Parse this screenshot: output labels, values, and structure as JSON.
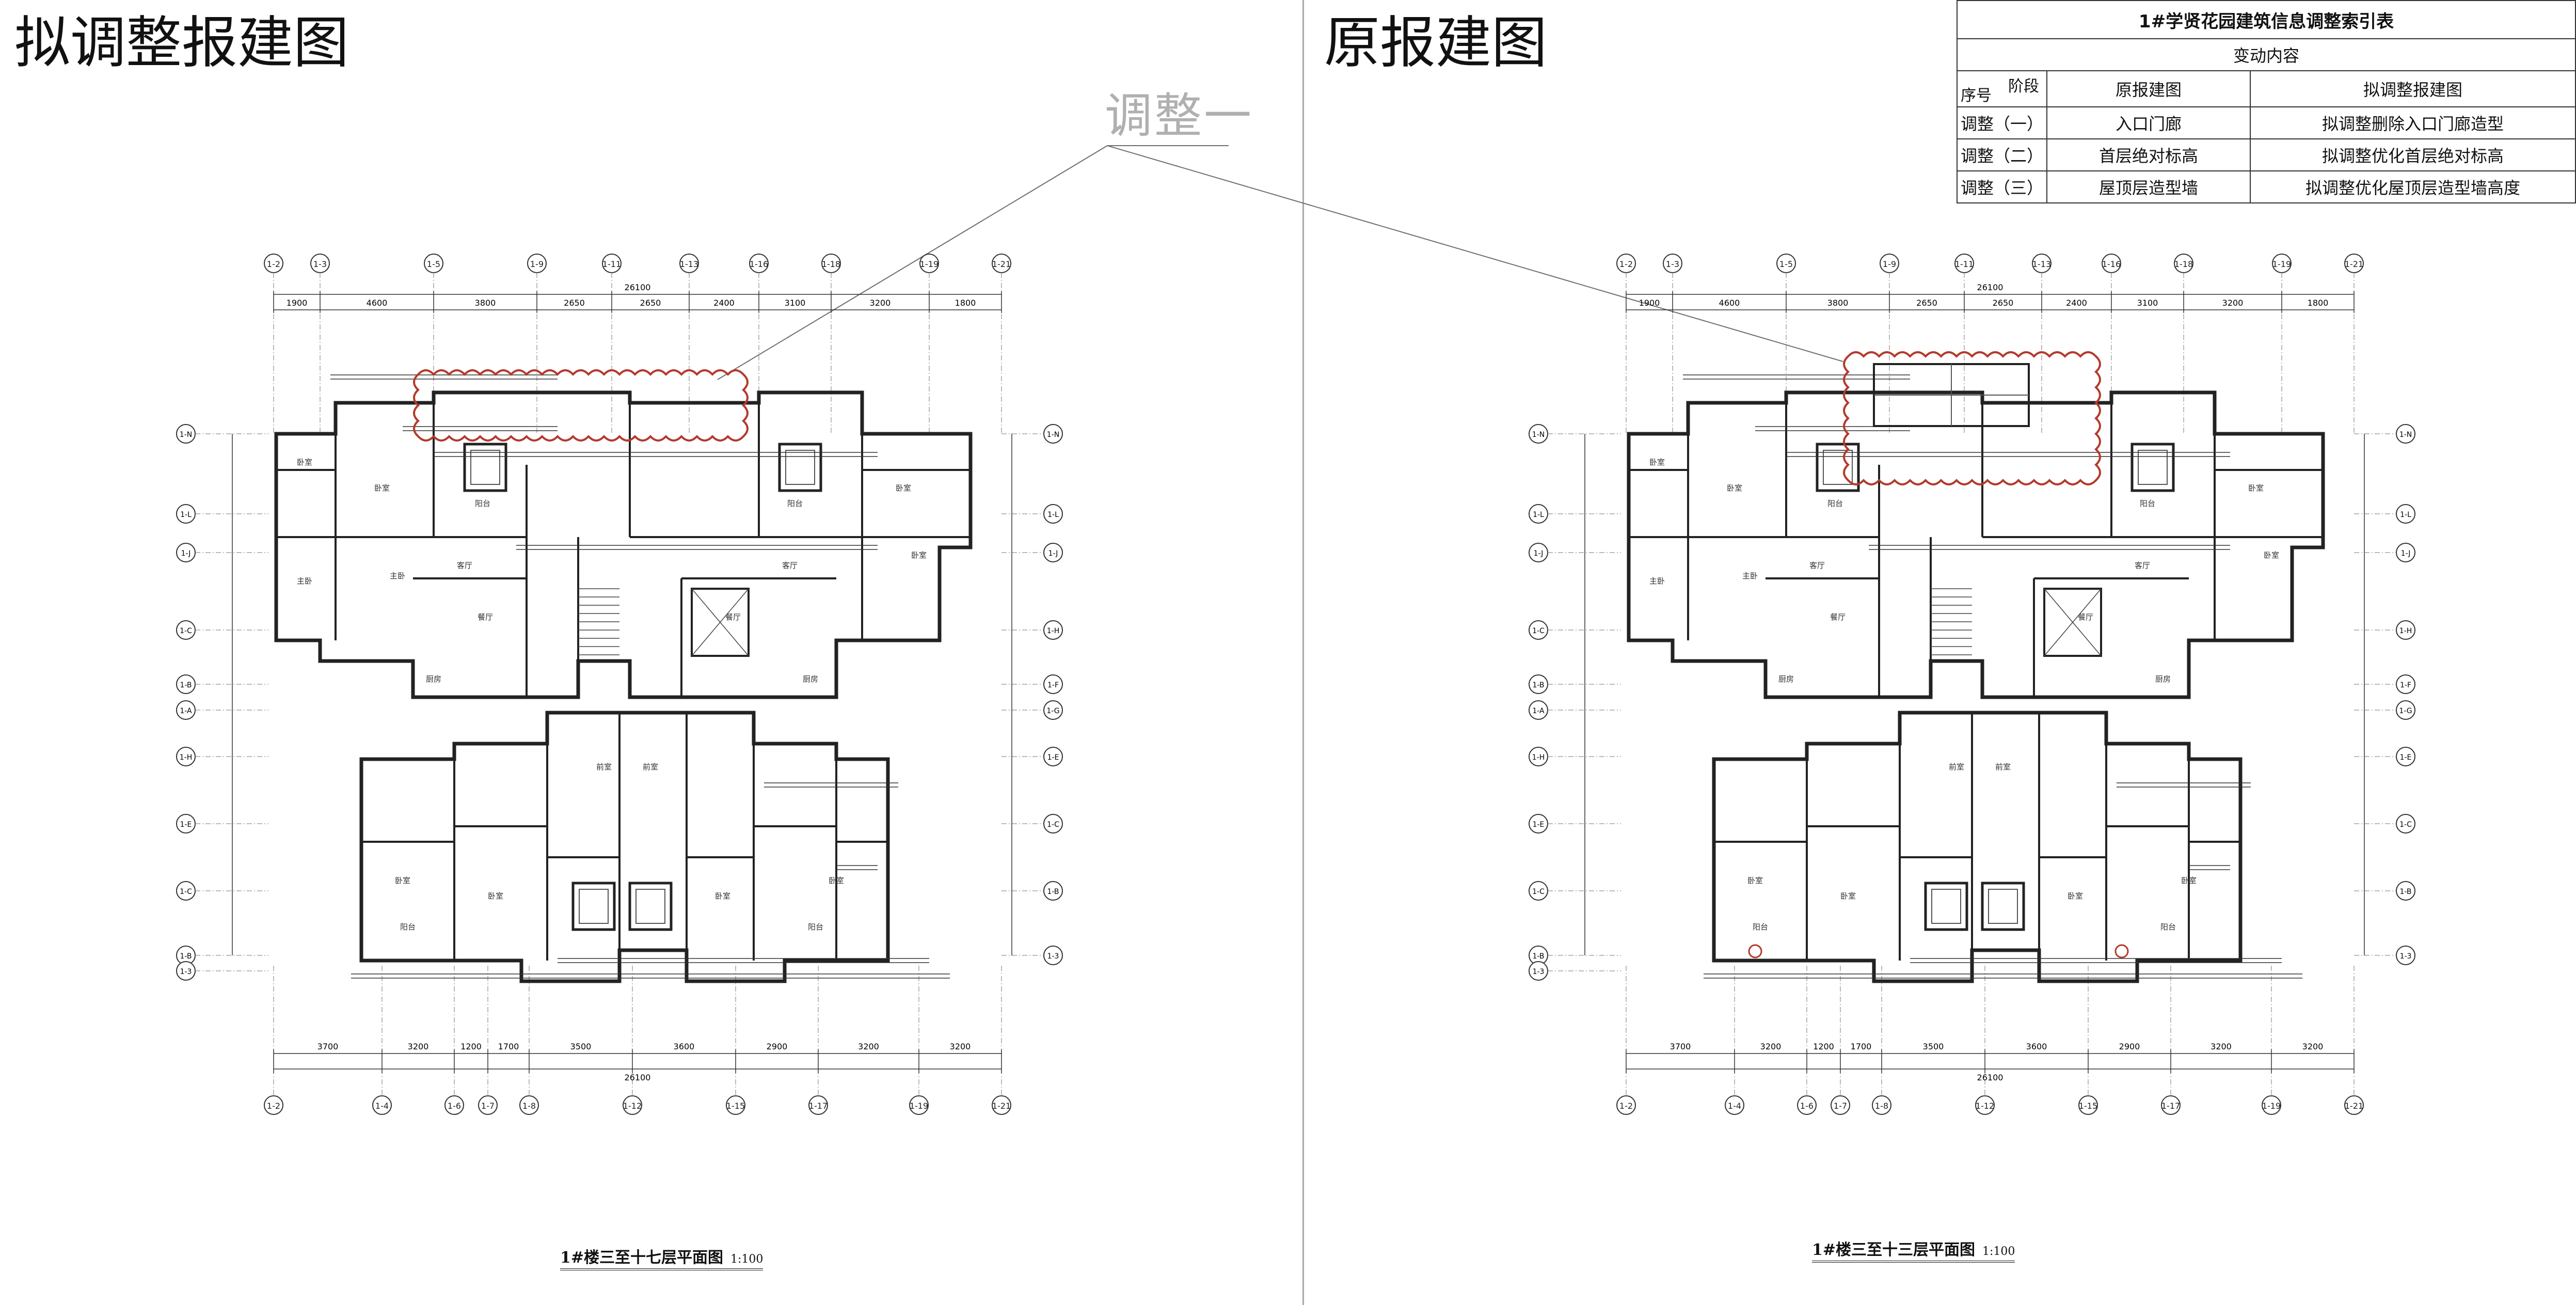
{
  "left_title": "拟调整报建图",
  "right_title": "原报建图",
  "annotation_label": "调整一",
  "index_table": {
    "title": "1#学贤花园建筑信息调整索引表",
    "change_header": "变动内容",
    "diag_top": "阶段",
    "diag_bottom": "序号",
    "col_original": "原报建图",
    "col_proposed": "拟调整报建图",
    "rows": [
      {
        "seq": "调整（一）",
        "original": "入口门廊",
        "proposed": "拟调整删除入口门廊造型"
      },
      {
        "seq": "调整（二）",
        "original": "首层绝对标高",
        "proposed": "拟调整优化首层绝对标高"
      },
      {
        "seq": "调整（三）",
        "original": "屋顶层造型墙",
        "proposed": "拟调整优化屋顶层造型墙高度"
      }
    ]
  },
  "left_plan": {
    "caption": "1#楼三至十七层平面图",
    "scale": "1:100",
    "top_axes": [
      "1-2",
      "1-3",
      "1-5",
      "1-9",
      "1-11",
      "1-13",
      "1-16",
      "1-18",
      "1-19",
      "1-21"
    ],
    "top_dims": [
      "1900",
      "4600",
      "3800",
      "2650",
      "2650",
      "2400",
      "3100",
      "3200",
      "1800"
    ],
    "top_total": "26100",
    "bottom_axes": [
      "1-2",
      "1-4",
      "1-6",
      "1-7",
      "1-8",
      "1-12",
      "1-15",
      "1-17",
      "1-19",
      "1-21"
    ],
    "bottom_dims": [
      "3700",
      "3200",
      "1200",
      "1700",
      "3500",
      "3600",
      "2900",
      "3200",
      "3200"
    ],
    "bottom_total": "26100",
    "left_axes": [
      "1-N",
      "1-L",
      "1-J",
      "1-C",
      "1-B",
      "1-A",
      "1-H",
      "1-E",
      "1-C",
      "1-B",
      "1-3"
    ],
    "right_axes": [
      "1-N",
      "1-L",
      "1-J",
      "1-H",
      "1-F",
      "1-G",
      "1-E",
      "1-C",
      "1-B",
      "1-3"
    ],
    "room_labels": [
      "卧室",
      "卧室",
      "阳台",
      "阳台",
      "卧室",
      "卧室",
      "主卧",
      "主卧",
      "客厅",
      "客厅",
      "餐厅",
      "餐厅",
      "厨房",
      "厨房",
      "卧室",
      "卧室",
      "卧室",
      "卧室",
      "阳台",
      "阳台",
      "前室",
      "前室"
    ]
  },
  "right_plan": {
    "caption": "1#楼三至十三层平面图",
    "scale": "1:100",
    "top_axes": [
      "1-2",
      "1-3",
      "1-5",
      "1-9",
      "1-11",
      "1-13",
      "1-16",
      "1-18",
      "1-19",
      "1-21"
    ],
    "top_dims": [
      "1900",
      "4600",
      "3800",
      "2650",
      "2650",
      "2400",
      "3100",
      "3200",
      "1800"
    ],
    "top_total": "26100",
    "bottom_axes": [
      "1-2",
      "1-4",
      "1-6",
      "1-7",
      "1-8",
      "1-12",
      "1-15",
      "1-17",
      "1-19",
      "1-21"
    ],
    "bottom_dims": [
      "3700",
      "3200",
      "1200",
      "1700",
      "3500",
      "3600",
      "2900",
      "3200",
      "3200"
    ],
    "bottom_total": "26100",
    "left_axes": [
      "1-N",
      "1-L",
      "1-J",
      "1-C",
      "1-B",
      "1-A",
      "1-H",
      "1-E",
      "1-C",
      "1-B",
      "1-3"
    ],
    "right_axes": [
      "1-N",
      "1-L",
      "1-J",
      "1-H",
      "1-F",
      "1-G",
      "1-E",
      "1-C",
      "1-B",
      "1-3"
    ],
    "room_labels": [
      "卧室",
      "卧室",
      "阳台",
      "阳台",
      "卧室",
      "卧室",
      "主卧",
      "主卧",
      "客厅",
      "客厅",
      "餐厅",
      "餐厅",
      "厨房",
      "厨房",
      "卧室",
      "卧室",
      "卧室",
      "卧室",
      "阳台",
      "阳台",
      "前室",
      "前室"
    ]
  },
  "colors": {
    "cloud": "#b33a2a",
    "leader": "#6f6f6f",
    "wall": "#222222",
    "divider": "#a9a9a9"
  }
}
